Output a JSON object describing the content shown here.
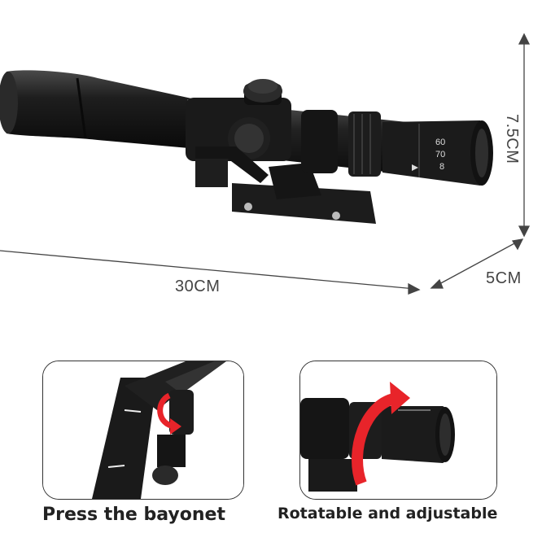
{
  "dimensions": {
    "length": "30CM",
    "depth": "5CM",
    "height": "7.5CM"
  },
  "features": [
    {
      "caption": "Press the bayonet"
    },
    {
      "caption": "Rotatable and adjustable"
    }
  ],
  "scope_markings": [
    "60",
    "70",
    "8"
  ],
  "colors": {
    "accent_arrow": "#e8242a",
    "scope_body": "#161616"
  }
}
